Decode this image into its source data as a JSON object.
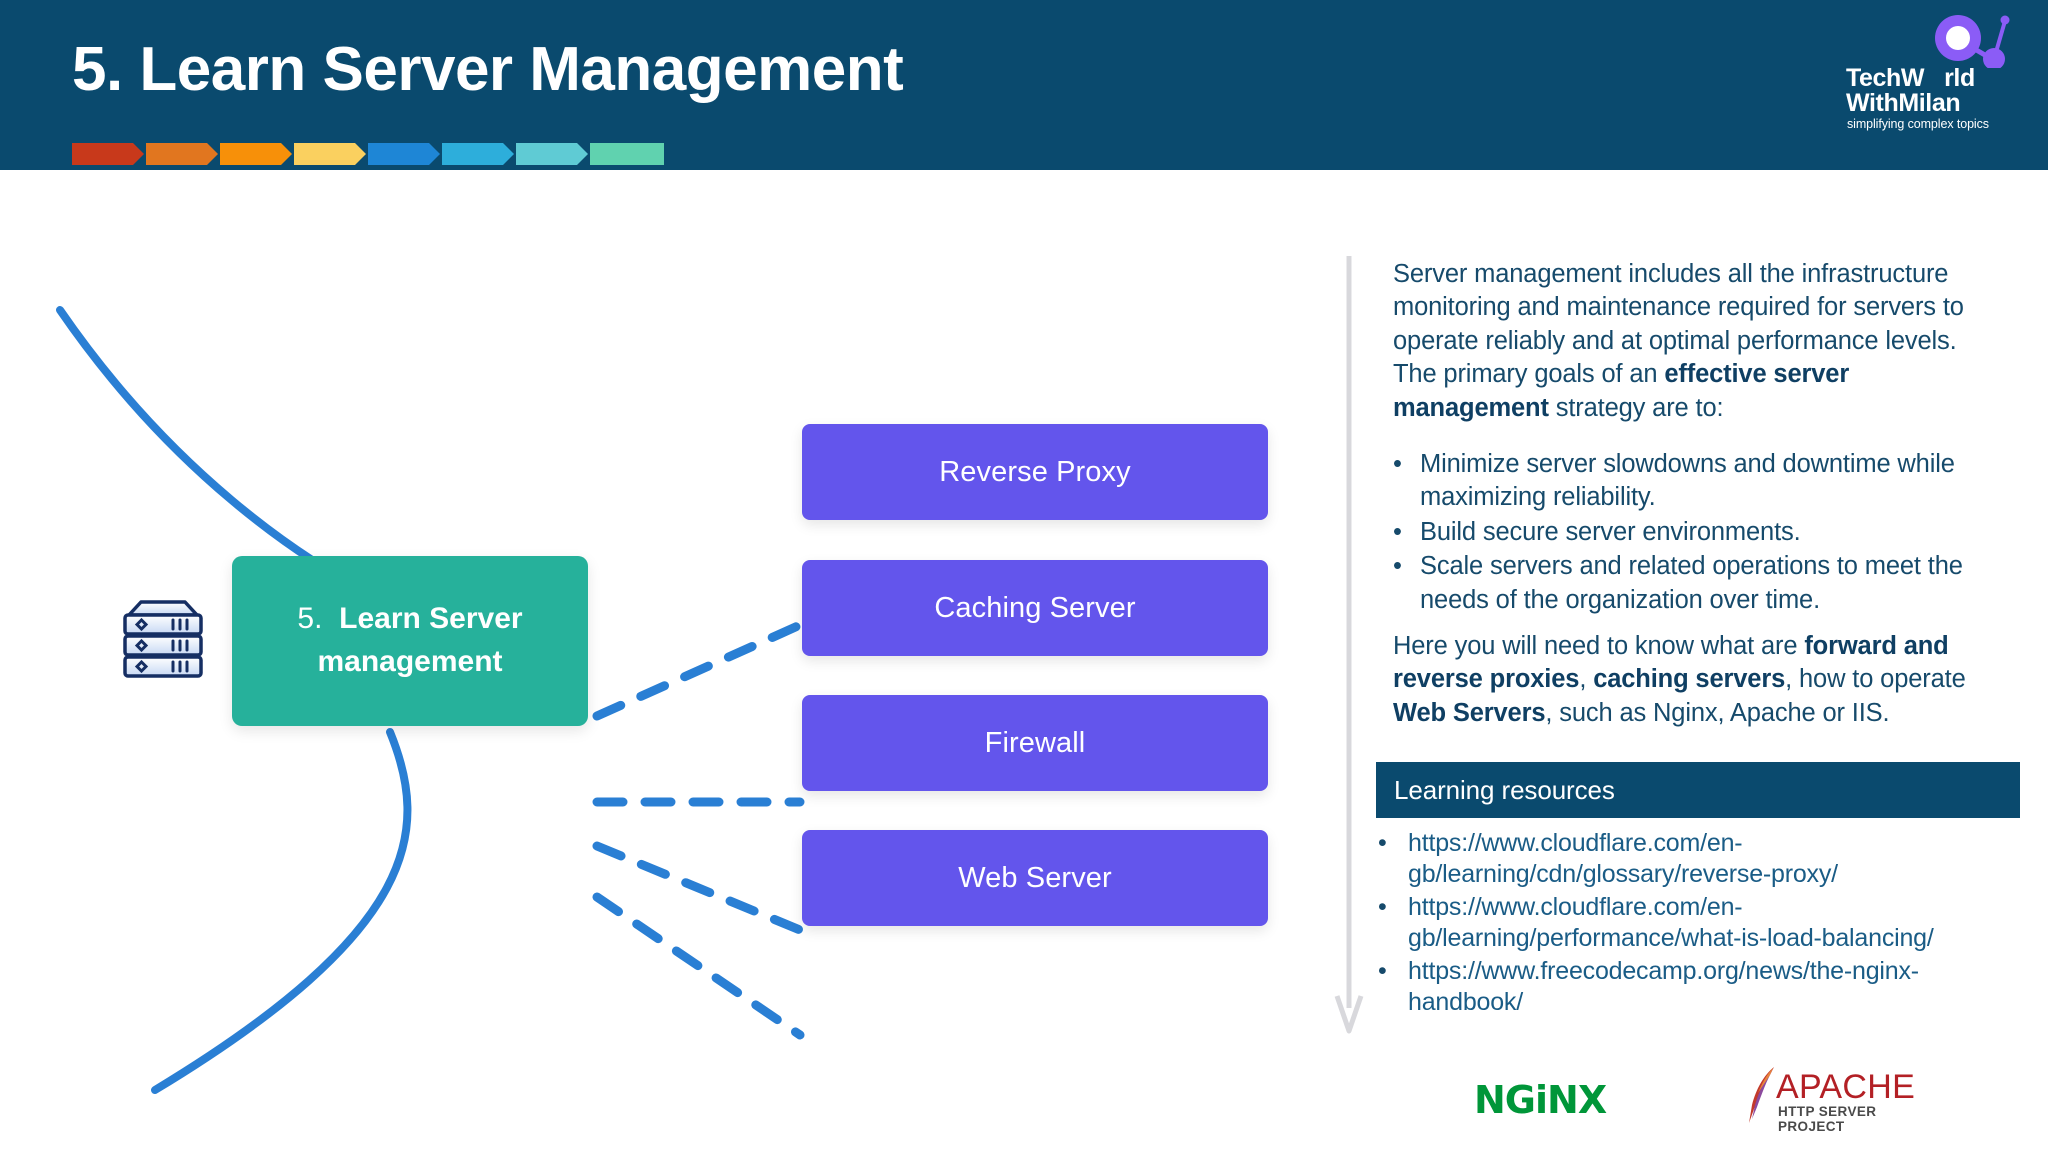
{
  "header": {
    "title": "5. Learn Server Management",
    "chevrons": [
      {
        "name": "chevron-1",
        "color": "#C8391B"
      },
      {
        "name": "chevron-2",
        "color": "#E1761F"
      },
      {
        "name": "chevron-3",
        "color": "#F79009"
      },
      {
        "name": "chevron-4",
        "color": "#FAD05F"
      },
      {
        "name": "chevron-5",
        "color": "#1E86D6"
      },
      {
        "name": "chevron-6",
        "color": "#2DAEDB"
      },
      {
        "name": "chevron-7",
        "color": "#5FCBD4"
      },
      {
        "name": "chevron-8",
        "color": "#60D2AF"
      }
    ],
    "background_color": "#0A4A6E"
  },
  "logo": {
    "line1": "TechW",
    "line1b": "rld",
    "line2": "WithMilan",
    "tagline": "simplifying complex topics",
    "mark_color": "#8B5CF6"
  },
  "diagram": {
    "center_node": {
      "number": "5.",
      "label": "Learn Server management",
      "label_line1": "Learn Server",
      "label_line2": "management",
      "color": "#26B19B"
    },
    "server_icon": "server-rack-icon",
    "connector_color": "#2A7FD4",
    "leaf_color": "#6355EC",
    "leaves": [
      {
        "label": "Reverse Proxy"
      },
      {
        "label": "Caching Server"
      },
      {
        "label": "Firewall"
      },
      {
        "label": "Web Server"
      }
    ]
  },
  "right_panel": {
    "intro_paragraph": {
      "part1": "Server management includes all the infrastructure monitoring and maintenance required for servers to operate reliably and at optimal performance levels. The primary goals of an ",
      "bold1": "effective server management",
      "part2": " strategy are to:"
    },
    "goals_bullet": "•",
    "goals": [
      "Minimize server slowdowns and downtime while maximizing reliability.",
      "Build secure server environments.",
      "Scale servers and related operations to meet the needs of the organization over time."
    ],
    "mid_paragraph": {
      "part1": "Here you will need to know what are ",
      "bold1": "forward and reverse proxies",
      "part2": ", ",
      "bold2": "caching servers",
      "part3": ", how to operate ",
      "bold3": "Web Servers",
      "part4": ", such as Nginx, Apache or IIS."
    },
    "resources": {
      "header": "Learning resources",
      "header_color": "#0A4A6E",
      "bullet": "•",
      "items": [
        "https://www.cloudflare.com/en-gb/learning/cdn/glossary/reverse-proxy/",
        "https://www.cloudflare.com/en-gb/learning/performance/what-is-load-balancing/",
        "https://www.freecodecamp.org/news/the-nginx-handbook/"
      ]
    },
    "tech_logos": {
      "nginx": "NGiNX",
      "apache": "APACHE",
      "apache_sub": "HTTP SERVER PROJECT"
    }
  }
}
